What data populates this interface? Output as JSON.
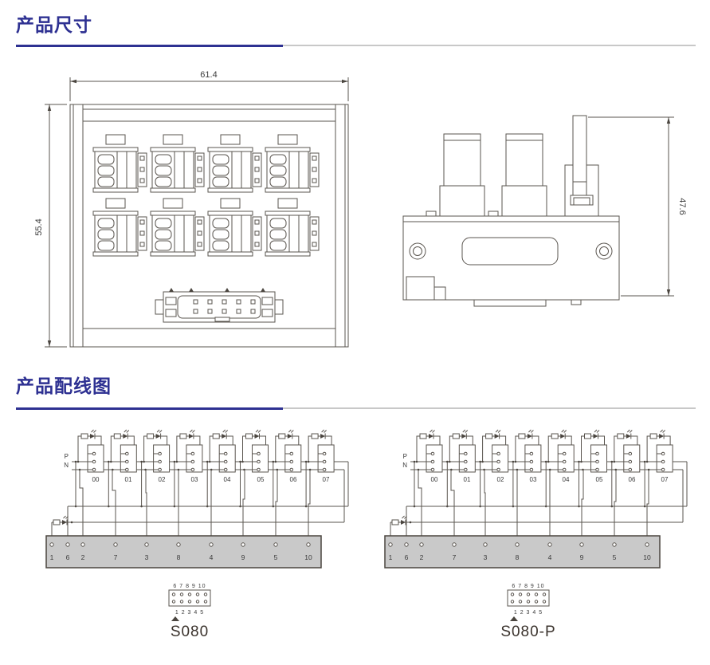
{
  "sections": {
    "product_dimensions": {
      "title": "产品尺寸"
    },
    "product_wiring": {
      "title": "产品配线图"
    }
  },
  "front_view": {
    "width_mm": "61.4",
    "height_mm": "55.4"
  },
  "side_view": {
    "height_mm": "47.6"
  },
  "wiring": {
    "p_label": "P",
    "n_label": "N",
    "channels": [
      "00",
      "01",
      "02",
      "03",
      "04",
      "05",
      "06",
      "07"
    ],
    "terminal_numbers": [
      "1",
      "6",
      "2",
      "7",
      "3",
      "8",
      "4",
      "9",
      "5",
      "10"
    ],
    "connector_pins_top": "6 7 8 9 10",
    "connector_pins_bottom": "1 2 3 4 5",
    "left_model": "S080",
    "right_model": "S080-P"
  },
  "colors": {
    "heading": "#2e3192",
    "accent_rule": "#2e3192",
    "gray_rule": "#c8c8c8",
    "drawing_line": "#5a554f",
    "terminal_strip_fill": "#c9c9c9"
  }
}
